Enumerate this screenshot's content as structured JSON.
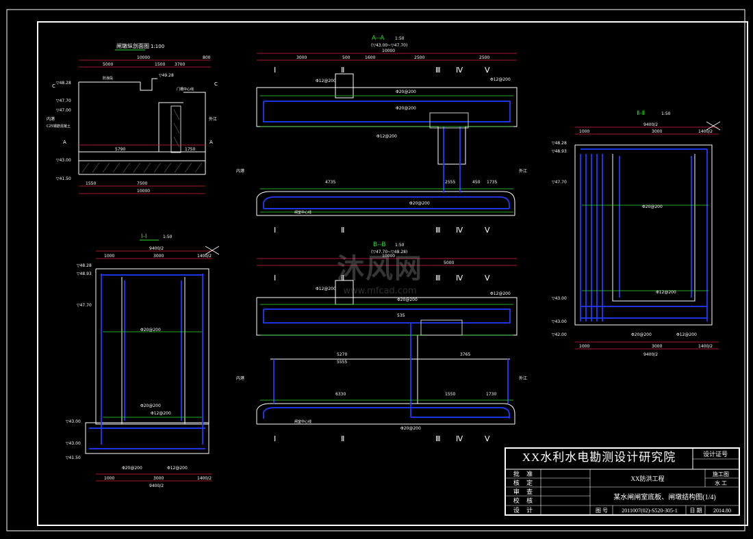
{
  "drawing": {
    "colors": {
      "frame": "#ffffff",
      "concrete": "#ffffff",
      "rebar_main": "#1f3cff",
      "rebar_dist": "#2fe02f",
      "dims": "#e0203a",
      "text": "#ffffff",
      "hatch": "#d8d8d8"
    },
    "views": {
      "gate_section": {
        "title": "闸墩纵剖面图",
        "scale": "1:100",
        "dims_top": [
          "10000",
          "5000",
          "1500",
          "3700",
          "800"
        ],
        "dims_bottom": [
          "5790",
          "1750",
          "7500",
          "1550",
          "10000"
        ],
        "levels": [
          "▽48.28",
          "▽47.70",
          "▽47.00",
          "▽43.00",
          "▽41.50",
          "▽49.28"
        ],
        "labels": [
          "C",
          "C",
          "A",
          "A",
          "内港",
          "外江",
          "防渗段",
          "C25钢筋混凝土",
          "门槽中心线"
        ]
      },
      "section_aa": {
        "title": "A--A",
        "scale": "1:50",
        "levels_note": "(▽43.00~▽47.70)",
        "dims_top": [
          "10000",
          "3000",
          "500",
          "1600",
          "2500",
          "2500"
        ],
        "roman": [
          "Ⅰ",
          "Ⅱ",
          "Ⅲ",
          "Ⅳ",
          "Ⅴ"
        ],
        "rebar_labels": [
          "Φ12@200",
          "Φ20@200",
          "Φ12@200",
          "Φ20@200",
          "Φ12@200",
          "Φ20@200"
        ],
        "dims_bottom": [
          "4735",
          "2555",
          "450",
          "1735"
        ],
        "side_labels": [
          "内港",
          "外江"
        ],
        "center_note": "闸室中心线"
      },
      "section_bb": {
        "title": "B--B",
        "scale": "1:50",
        "levels_note": "(▽47.70~▽48.28)",
        "dims_top": [
          "10000",
          "5000"
        ],
        "roman": [
          "Ⅰ",
          "Ⅱ",
          "Ⅲ",
          "Ⅳ",
          "Ⅴ"
        ],
        "rebar_labels": [
          "Φ12@200",
          "Φ20@200",
          "Φ12@200",
          "Φ20@200"
        ],
        "dims_mid": [
          "5270",
          "5555",
          "3765",
          "535"
        ],
        "dims_bottom": [
          "6330",
          "1550",
          "1730"
        ],
        "side_labels": [
          "内港",
          "外江"
        ],
        "center_note": "闸室中心线"
      },
      "section_11": {
        "title": "Ⅰ-Ⅰ",
        "scale": "1:50",
        "dims_top": [
          "9400/2",
          "1000",
          "3000",
          "1400/2"
        ],
        "dims_bottom": [
          "1000",
          "3000",
          "1400/2",
          "9400/2"
        ],
        "levels": [
          "▽48.28",
          "▽48.93",
          "▽47.70",
          "▽43.00",
          "▽43.00",
          "▽41.50"
        ],
        "rebar_labels": [
          "Φ20@200",
          "Φ12@200",
          "Φ20@200",
          "Φ12@200",
          "Φ20@200"
        ]
      },
      "section_22": {
        "title": "Ⅱ-Ⅱ",
        "scale": "1:50",
        "dims_top": [
          "9400/2",
          "1000",
          "3000",
          "1400/2"
        ],
        "dims_bottom": [
          "1000",
          "3000",
          "1400/2",
          "9400/2"
        ],
        "levels": [
          "▽48.28",
          "▽48.93",
          "▽47.70",
          "▽43.00",
          "▽43.00",
          "▽42.00"
        ],
        "rebar_labels": [
          "Φ20@200",
          "Φ12@200",
          "Φ20@200",
          "Φ12@200"
        ]
      }
    },
    "title_block": {
      "institute": "XX水利水电勘测设计研究院",
      "cert_label": "设计证号",
      "roles": [
        "批 准",
        "核 定",
        "审 查",
        "校 核",
        "设 计"
      ],
      "project": "XX防洪工程",
      "drawing_name": "某水闸闸室底板、闸墩结构图(1/4)",
      "stage_label": "施工图",
      "discipline_label": "水 工",
      "drawing_no_label": "图 号",
      "drawing_no": "2011007(02)-S520-305-1",
      "date_label": "日 期",
      "date": "2014.80"
    },
    "watermark": {
      "text": "沐风网",
      "url": "www.mfcad.com"
    }
  }
}
